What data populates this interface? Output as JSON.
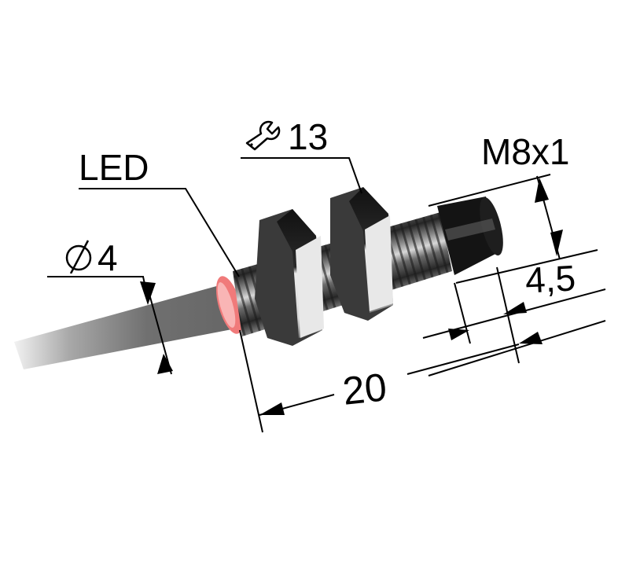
{
  "diagram": {
    "type": "dimensional drawing",
    "subject": "cylindrical inductive proximity sensor with cable",
    "labels": {
      "led": "LED",
      "cable_diameter_symbol": "diameter-symbol",
      "cable_diameter": "4",
      "wrench_symbol": "wrench-icon",
      "wrench_size": "13",
      "thread": "M8x1",
      "sensing_face_length": "4,5",
      "body_length": "20"
    },
    "colors": {
      "background": "#ffffff",
      "lines": "#000000",
      "cable": "#6e6e6e",
      "led_ring": "#f07a7a",
      "metal_body": "#4a4a4a",
      "nut_face": "#e6e6e6",
      "sensing_cap": "#141414"
    }
  }
}
